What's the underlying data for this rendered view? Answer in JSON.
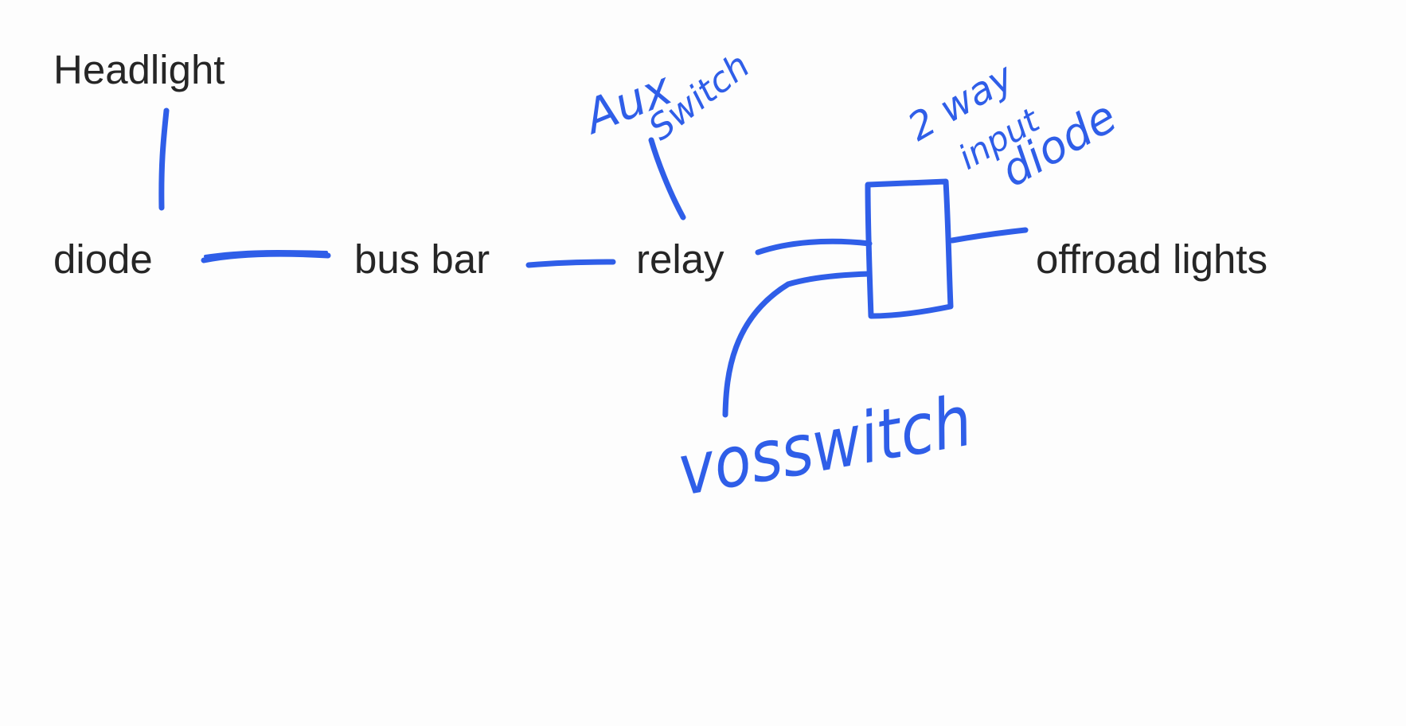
{
  "nodes": {
    "headlight": "Headlight",
    "diode": "diode",
    "bus_bar": "bus bar",
    "relay": "relay",
    "offroad_lights": "offroad lights"
  },
  "handwritten": {
    "aux_switch_line1": "Aux",
    "aux_switch_line2": "Switch",
    "two_way": "2 way",
    "input": "input",
    "diode": "diode",
    "vosswitch": "vosswitch"
  },
  "colors": {
    "ink": "#2f5ee8",
    "text": "#262626",
    "background": "#fdfdfd"
  }
}
